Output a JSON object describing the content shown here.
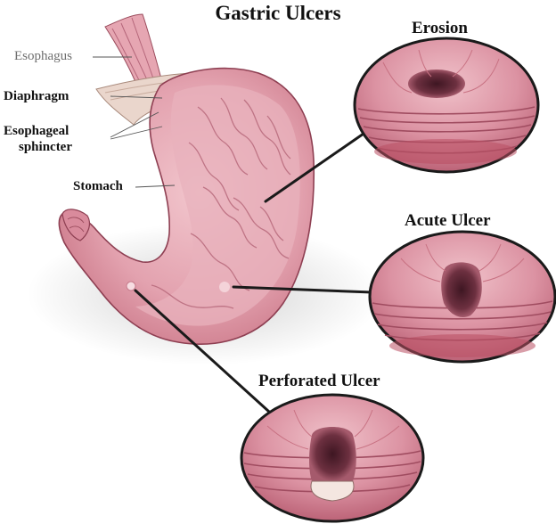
{
  "title": "Gastric Ulcers",
  "labels": {
    "esophagus": "Esophagus",
    "diaphragm": "Diaphragm",
    "sphincter_line1": "Esophageal",
    "sphincter_line2": "sphincter",
    "stomach": "Stomach"
  },
  "insets": {
    "erosion": "Erosion",
    "acute_ulcer": "Acute Ulcer",
    "perforated_ulcer": "Perforated Ulcer"
  },
  "colors": {
    "tissue": "#d98b9c",
    "tissue_light": "#efc0c8",
    "tissue_dark": "#a84a5e",
    "ulcer_core": "#5a2636",
    "outline": "#1a1a1a"
  }
}
